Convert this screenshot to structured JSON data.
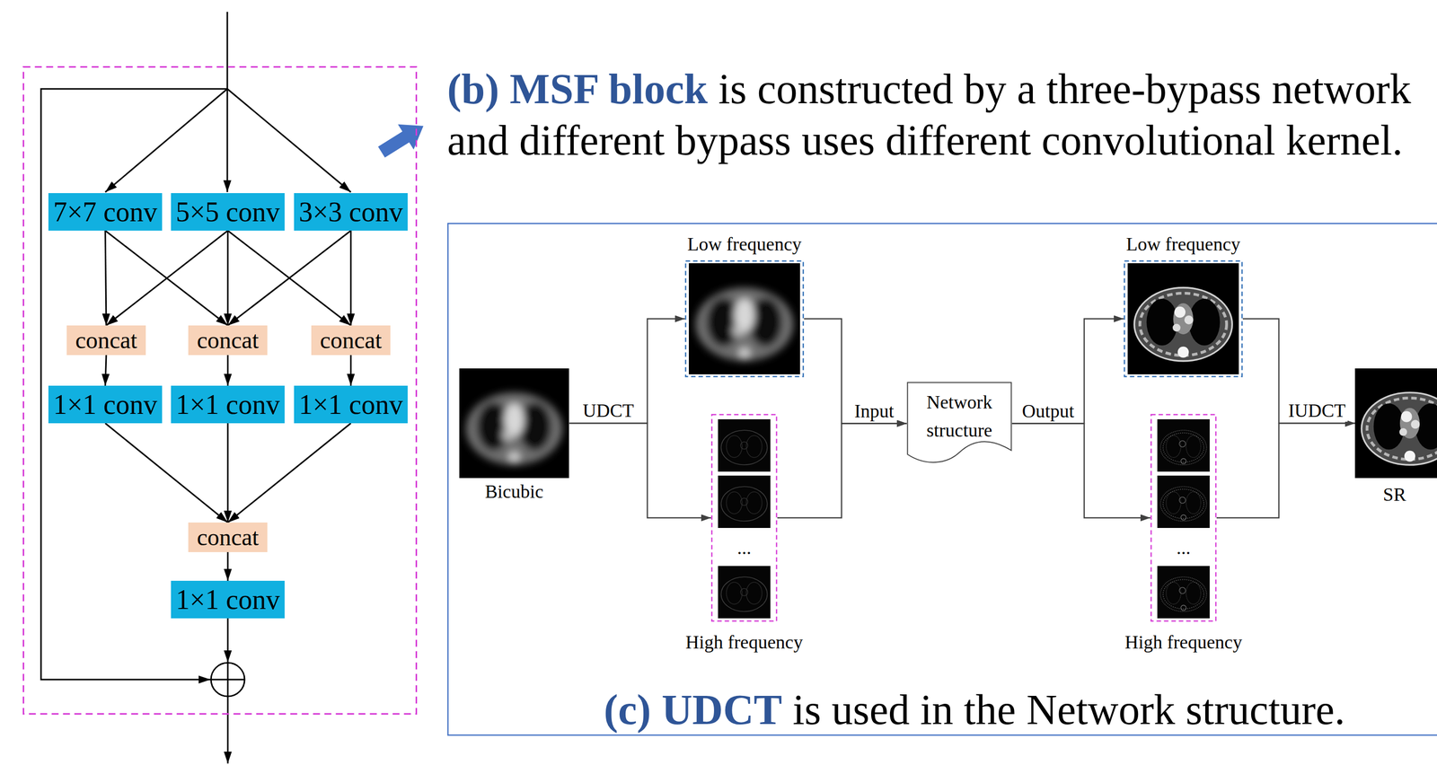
{
  "diagram": {
    "nodes": [
      {
        "text": [
          "(b) MSF block",
          "is constructed by a three-bypass network and different bypass uses different convolutional kernel."
        ]
      },
      {
        "text": [
          "7×7 conv"
        ],
        "in": 0
      },
      {
        "text": [
          "5×5 conv"
        ],
        "in": 0
      },
      {
        "text": [
          "3×3 conv"
        ],
        "in": 0
      },
      {
        "text": [
          "concat"
        ],
        "in": 0
      },
      {
        "text": [
          "concat"
        ],
        "in": 0
      },
      {
        "text": [
          "concat"
        ],
        "in": 0
      },
      {
        "text": [
          "1×1 conv"
        ],
        "in": 0
      },
      {
        "text": [
          "1×1 conv"
        ],
        "in": 0
      },
      {
        "text": [
          "1×1 conv"
        ],
        "in": 0
      },
      {
        "text": [
          "concat"
        ],
        "in": 0
      },
      {
        "text": [
          "1×1 conv"
        ],
        "in": 0
      },
      {
        "text": [
          "(c) UDCT",
          "is used in the Network structure."
        ]
      },
      {
        "text": [
          "Bicubic"
        ],
        "in": 12
      },
      {
        "text": [
          "Low frequency"
        ],
        "in": 12
      },
      {
        "text": [
          "...",
          "High frequency"
        ],
        "in": 12
      },
      {
        "text": [
          "Network structure"
        ],
        "in": 12
      },
      {
        "text": [
          "Low frequency"
        ],
        "in": 12
      },
      {
        "text": [
          "...",
          "High frequency"
        ],
        "in": 12
      },
      {
        "text": [
          "SR"
        ],
        "in": 12
      }
    ],
    "edges": [
      {
        "from": 1,
        "to": 4,
        "arrow": "to"
      },
      {
        "from": 1,
        "to": 5,
        "arrow": "to"
      },
      {
        "from": 2,
        "to": 4,
        "arrow": "to"
      },
      {
        "from": 2,
        "to": 5,
        "arrow": "to"
      },
      {
        "from": 2,
        "to": 6,
        "arrow": "to"
      },
      {
        "from": 3,
        "to": 5,
        "arrow": "to"
      },
      {
        "from": 3,
        "to": 6,
        "arrow": "to"
      },
      {
        "from": 4,
        "to": 7,
        "arrow": "to"
      },
      {
        "from": 5,
        "to": 8,
        "arrow": "to"
      },
      {
        "from": 6,
        "to": 9,
        "arrow": "to"
      },
      {
        "from": 7,
        "to": 10,
        "arrow": "to"
      },
      {
        "from": 8,
        "to": 10,
        "arrow": "to"
      },
      {
        "from": 9,
        "to": 10,
        "arrow": "to"
      },
      {
        "from": 10,
        "to": 11,
        "arrow": "to"
      },
      {
        "from": 13,
        "to": 14,
        "label": "UDCT",
        "arrow": "to"
      },
      {
        "from": 13,
        "to": 15,
        "arrow": "to"
      },
      {
        "from": 14,
        "to": 16,
        "label": "Input",
        "arrow": "to"
      },
      {
        "from": 15,
        "to": 16,
        "arrow": "to"
      },
      {
        "from": 16,
        "to": 17,
        "label": "Output",
        "arrow": "to"
      },
      {
        "from": 16,
        "to": 18,
        "arrow": "to"
      },
      {
        "from": 17,
        "to": 19,
        "label": "IUDCT",
        "arrow": "to"
      },
      {
        "from": 18,
        "to": 19,
        "arrow": "to"
      }
    ]
  }
}
